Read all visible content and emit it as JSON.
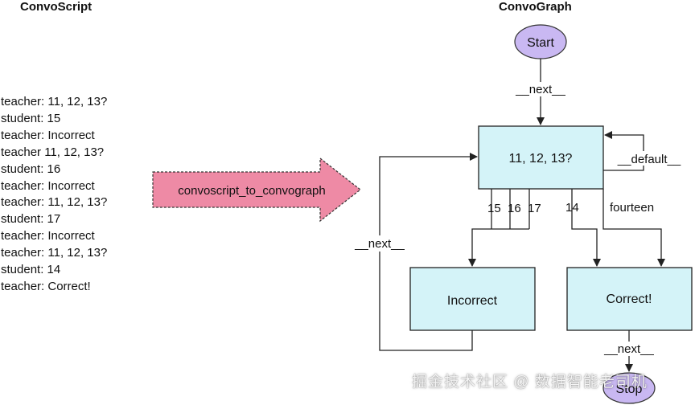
{
  "headings": {
    "left": "ConvoScript",
    "right": "ConvoGraph"
  },
  "convoscript": [
    "teacher: 11, 12, 13?",
    "student: 15",
    "teacher: Incorrect",
    "teacher 11, 12, 13?",
    "student: 16",
    "teacher: Incorrect",
    "teacher: 11, 12, 13?",
    "student: 17",
    "teacher: Incorrect",
    "teacher: 11, 12, 13?",
    "student: 14",
    "teacher: Correct!"
  ],
  "arrow": {
    "label": "convoscript_to_convograph",
    "color": "#ee8aa5"
  },
  "graph": {
    "nodes": {
      "start": "Start",
      "question": "11, 12, 13?",
      "incorrect": "Incorrect",
      "correct": "Correct!",
      "stop": "Stop"
    },
    "edges": {
      "start_next": "__next__",
      "default": "__default__",
      "e15": "15",
      "e16": "16",
      "e17": "17",
      "e14": "14",
      "fourteen": "fourteen",
      "loop_next": "__next__",
      "correct_next": "__next__"
    },
    "colors": {
      "box": "#d4f3f8",
      "oval": "#c9b8f2"
    }
  },
  "watermark": "掘金技术社区 @ 数据智能老司机"
}
